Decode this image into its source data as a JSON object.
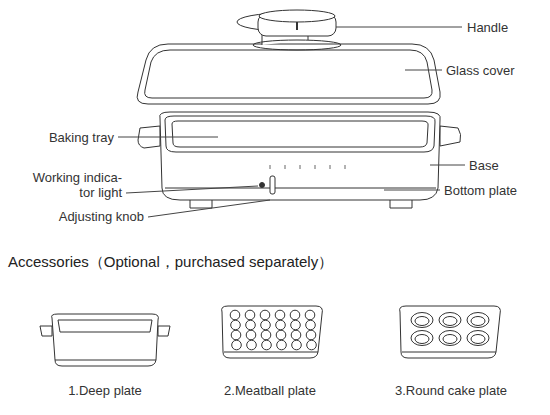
{
  "diagram": {
    "title": "Accessories（Optional，purchased separately）",
    "labels": [
      "Handle",
      "Glass cover",
      "Baking tray",
      "Base",
      "Working indica- tor light",
      "Bottom plate",
      "Adjusting knob",
      "1.Deep plate",
      "2.Meatball plate",
      "3.Round cake plate"
    ]
  }
}
